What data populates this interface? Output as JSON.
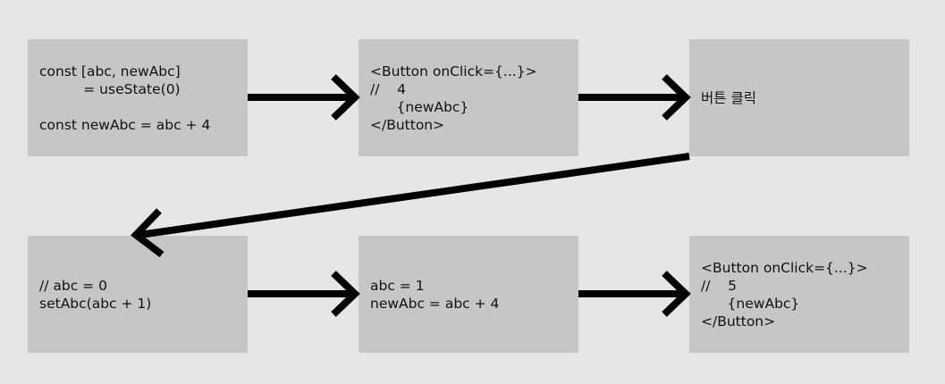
{
  "boxes": [
    {
      "id": "b1",
      "lines": [
        "const [abc, newAbc]",
        "          = useState(0)",
        "",
        "const newAbc = abc + 4"
      ]
    },
    {
      "id": "b2",
      "lines": [
        "<Button onClick={...}>",
        "//    4",
        "      {newAbc}",
        "</Button>"
      ]
    },
    {
      "id": "b3",
      "lines": [
        "버튼 클릭"
      ]
    },
    {
      "id": "b4",
      "lines": [
        "// abc = 0",
        "setAbc(abc + 1)"
      ]
    },
    {
      "id": "b5",
      "lines": [
        "abc = 1",
        "newAbc = abc + 4"
      ]
    },
    {
      "id": "b6",
      "lines": [
        "<Button onClick={...}>",
        "//    5",
        "      {newAbc}",
        "</Button>"
      ]
    }
  ],
  "colors": {
    "background": "#e6e6e6",
    "box": "#c6c6c6",
    "arrow": "#000000",
    "text": "#111111"
  }
}
